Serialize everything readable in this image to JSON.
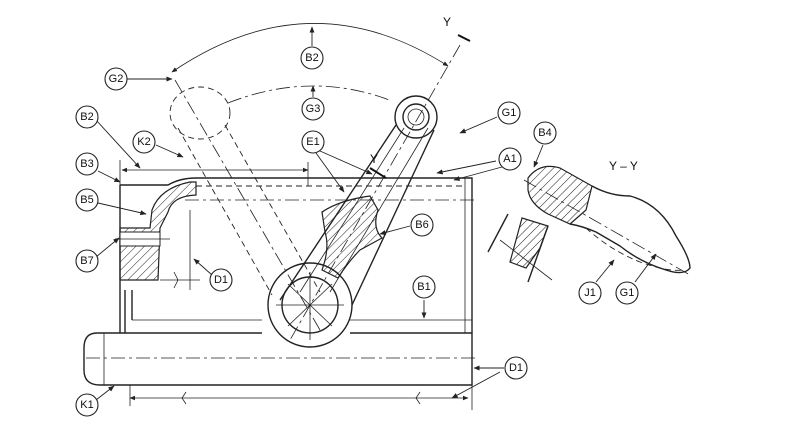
{
  "callouts": {
    "g2": "G2",
    "b2_top": "B2",
    "g3": "G3",
    "g1_top": "G1",
    "b4": "B4",
    "a1": "A1",
    "b2_left": "B2",
    "k2": "K2",
    "e1": "E1",
    "b3": "B3",
    "b5": "B5",
    "b6": "B6",
    "b7": "B7",
    "d1_left": "D1",
    "b1": "B1",
    "d1_bottom": "D1",
    "k1": "K1",
    "j1": "J1",
    "g1_right": "G1"
  },
  "section_marks": {
    "cut_top": "Y",
    "cut_mid": "Y",
    "section_title": "Y – Y"
  },
  "colors": {
    "line": "#222222",
    "background": "#ffffff"
  }
}
